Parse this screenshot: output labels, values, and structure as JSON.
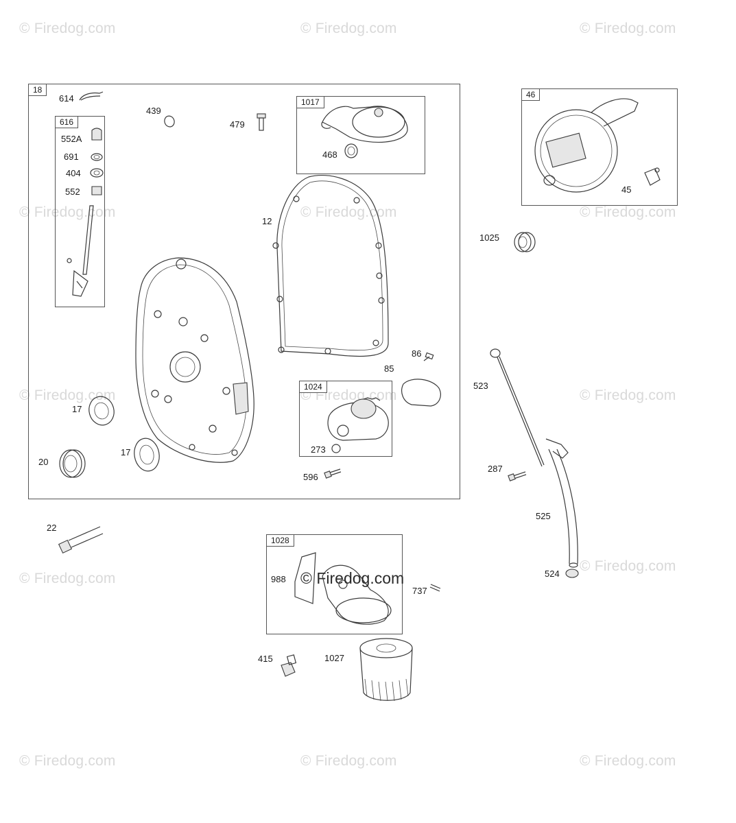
{
  "watermark": "© Firedog.com",
  "watermark_center": "© Firedog.com",
  "groups": {
    "g18": "18",
    "g616": "616",
    "g1017": "1017",
    "g46": "46",
    "g1024": "1024",
    "g1028": "1028"
  },
  "callouts": {
    "c614": "614",
    "c439": "439",
    "c479": "479",
    "c552a": "552A",
    "c691": "691",
    "c404": "404",
    "c552": "552",
    "c468": "468",
    "c12": "12",
    "c45": "45",
    "c1025": "1025",
    "c86": "86",
    "c85": "85",
    "c523": "523",
    "c17a": "17",
    "c17b": "17",
    "c20": "20",
    "c273": "273",
    "c596": "596",
    "c287": "287",
    "c525": "525",
    "c22": "22",
    "c988": "988",
    "c737": "737",
    "c524": "524",
    "c415": "415",
    "c1027": "1027"
  }
}
